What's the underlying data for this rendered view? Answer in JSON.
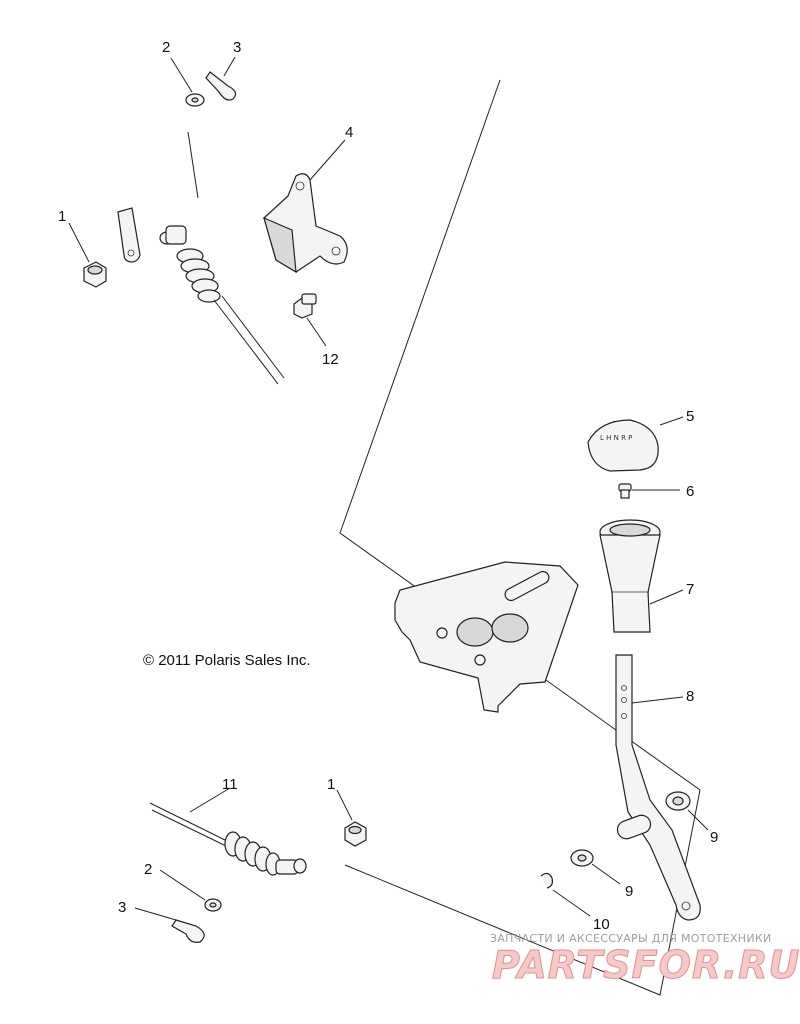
{
  "copyright": "© 2011 Polaris Sales Inc.",
  "callouts": [
    "1",
    "2",
    "3",
    "4",
    "12",
    "5",
    "6",
    "7",
    "8",
    "9",
    "9",
    "10",
    "11",
    "1",
    "2",
    "3"
  ],
  "watermark": {
    "tagline": "ЗАПЧАСТИ И АКСЕССУАРЫ ДЛЯ МОТОТЕХНИКИ",
    "logo": "PARTSFOR.RU"
  }
}
